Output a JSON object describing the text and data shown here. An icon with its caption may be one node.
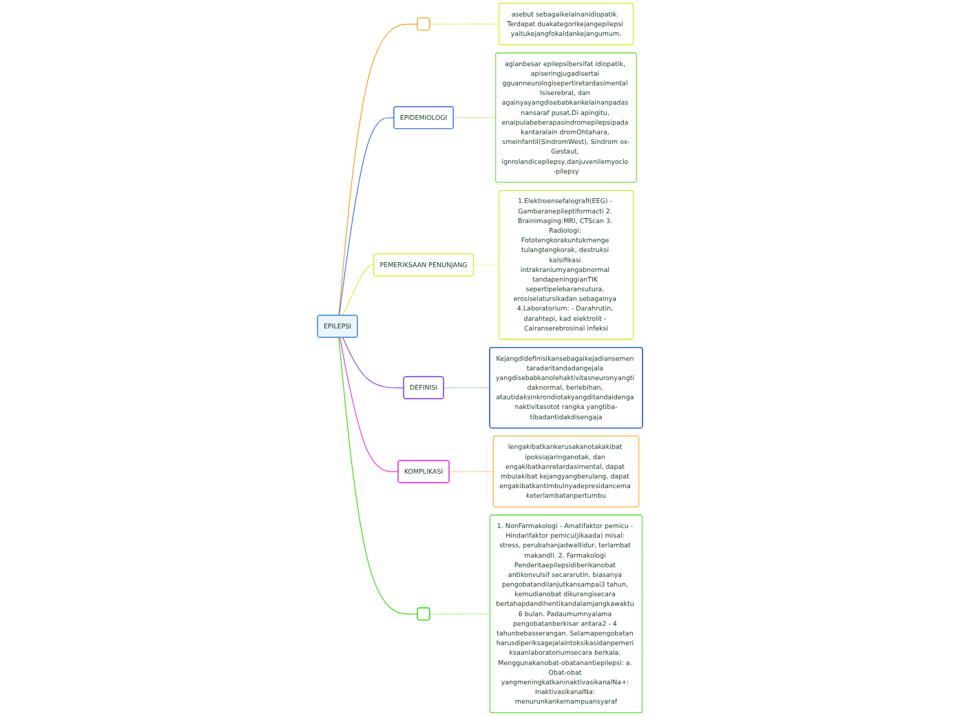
{
  "diagram": {
    "nodes": [
      {
        "text": [
          "EPILEPSI"
        ]
      },
      {
        "text": [],
        "shape": "box"
      },
      {
        "text": [
          "asebut sebagaikelainanidiopatik. Terdapat duakategorikejangepilepsi yaitukejangfokaldankejangumum."
        ]
      },
      {
        "text": [
          "EPIDEMIOLOGI"
        ]
      },
      {
        "text": [
          "agianbesar epilepsibersifat idiopatik, apiseringjugadisertai gguanneurologisepertiretardasimental lsiserebral, dan againyayangdisebabkankelainanpadas nansaraf pusat.Di apingitu, enalpulabeberapasindromepilepsipada kantaralain dromOhtahara, smeinfantil(SindromWest), Sindrom ox-Gestaut, ignrolandicepilepsy,danjuvenilemyoclo -pilepsy"
        ]
      },
      {
        "text": [
          "PEMERIKSAAN PENUNJANG"
        ]
      },
      {
        "text": [
          "1.Elektroensefalografi(EEG) - Gambaranepileptiformacti 2. Brainimaging:MRI, CTScan 3. Radiologi: Fototengkorakuntukmenge tulangtengkorak, destruksi kalsifikasi intrakraniumyangabnormal tandapeninggianTIK sepertipelebaransutura, erosiselatursikadan sebagainya 4.Laboratorium: - Darahrutin, darahtepi, kad elektrolit - Cairanserebrosinal infeksi"
        ]
      },
      {
        "text": [
          "DEFINISI"
        ]
      },
      {
        "text": [
          "Kejangdidefinisikansebagaikejadiansemen taradaritandadangejala yangdisebabkanolehaktivitasneuronyangti daknormal, berlebihan, atautidaksinkrondiotakyangditandaidenga naktivitasotot rangka yangtiba-tibadantidakdisengaja"
        ]
      },
      {
        "text": [
          "KOMPLIKASI"
        ]
      },
      {
        "text": [
          "lengakibatkankerusakanotakakibat ipoksiajaringanotak, dan engakibatkanretardasimental, dapat mbulakibat kejangyangberulang, dapat engakibatkantimbulnyadepresidancema keterlambatanpertumbu"
        ]
      },
      {
        "text": [],
        "shape": "box"
      },
      {
        "text": [
          "1. NonFarmakologi - Amatifaktor pemicu - Hindarifaktor pemicu(jikaada) misal: stress, perubahanjadwaltidur, terlambat makandll. 2. Farmakologi Penderitaepilepsidiberikanobat antikonvulsif secararutin, biasanya pengobatandilanjutkansampai3 tahun, kemudianobat dikurangisecara bertahapdandihentikandalamjangkawaktu 6 bulan. Padaumumnyalama pengobatanberkisar antara2 - 4 tahunbebasserangan. Selamapengobatan harusdiperiksagejalaintoksikasidanpemeri ksaanlaboratoriumsecara berkala. Menggunakanobat-obatanantiepilepsi: a. Obat-obat yangmeningkatkaninaktivasikanalNa+: InaktivasikanalNa: menurunkankemampuansyaraf"
        ]
      }
    ],
    "edges": [
      {
        "from": 0,
        "to": 1,
        "arrow": "none",
        "color": "#ff9a1a"
      },
      {
        "from": 1,
        "to": 2,
        "arrow": "none",
        "color": "#e4f07a"
      },
      {
        "from": 0,
        "to": 3,
        "arrow": "none",
        "color": "#3a6ff0"
      },
      {
        "from": 3,
        "to": 4,
        "arrow": "none",
        "color": "#b8f08a"
      },
      {
        "from": 0,
        "to": 5,
        "arrow": "none",
        "color": "#d8ee2a"
      },
      {
        "from": 5,
        "to": 6,
        "arrow": "none",
        "color": "#eef5a0"
      },
      {
        "from": 0,
        "to": 7,
        "arrow": "none",
        "color": "#8a44ee"
      },
      {
        "from": 7,
        "to": 8,
        "arrow": "none",
        "color": "#b8c8f8"
      },
      {
        "from": 0,
        "to": 9,
        "arrow": "none",
        "color": "#ee33dd"
      },
      {
        "from": 9,
        "to": 10,
        "arrow": "none",
        "color": "#ffd08a"
      },
      {
        "from": 0,
        "to": 11,
        "arrow": "none",
        "color": "#33dd11"
      },
      {
        "from": 11,
        "to": 12,
        "arrow": "none",
        "color": "#b8f0a0"
      }
    ]
  }
}
